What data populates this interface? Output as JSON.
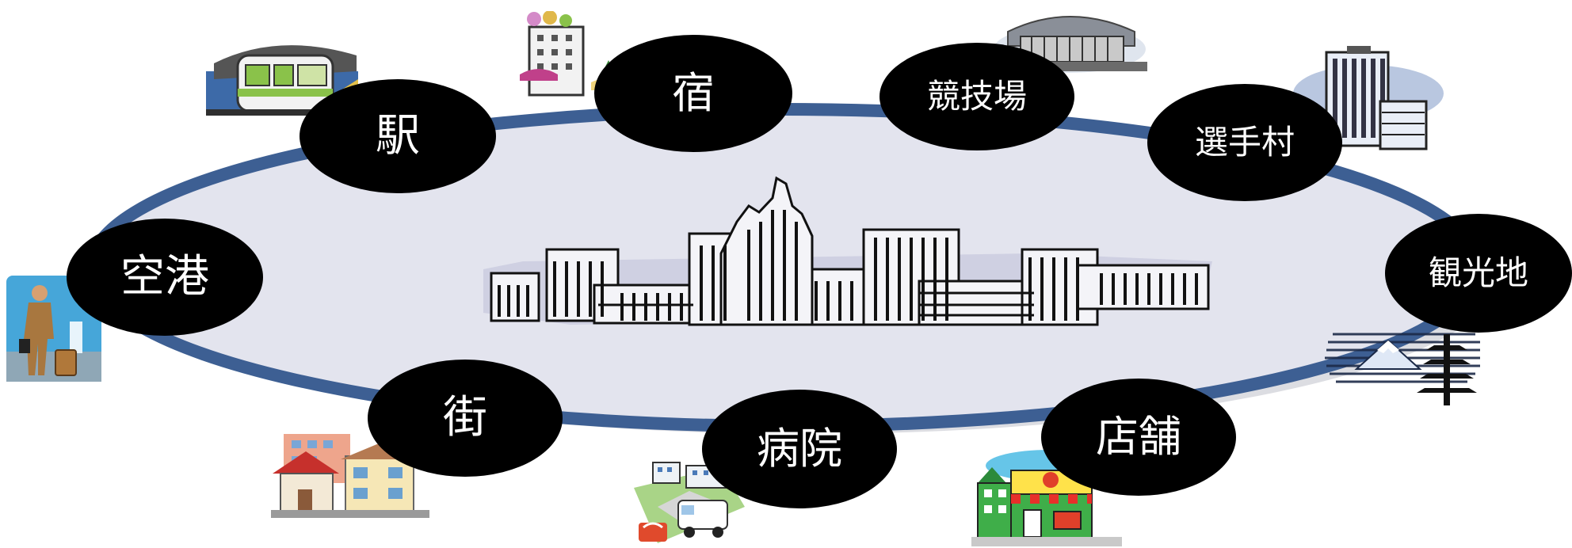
{
  "diagram": {
    "colors": {
      "ring": "#3d5f93",
      "ring_shadow": "#b9bcc6",
      "ring_fill": "#e3e4ee",
      "node_fill": "#000000",
      "node_text": "#ffffff"
    },
    "center_icon": "city-skyline-icon",
    "nodes": [
      {
        "id": "station",
        "label": "駅",
        "icon": "train-icon"
      },
      {
        "id": "inn",
        "label": "宿",
        "icon": "hotel-icon"
      },
      {
        "id": "stadium",
        "label": "競技場",
        "icon": "stadium-icon"
      },
      {
        "id": "village",
        "label": "選手村",
        "icon": "building-icon"
      },
      {
        "id": "airport",
        "label": "空港",
        "icon": "traveler-icon"
      },
      {
        "id": "sightseeing",
        "label": "観光地",
        "icon": "mount-fuji-pagoda-icon"
      },
      {
        "id": "town",
        "label": "街",
        "icon": "houses-icon"
      },
      {
        "id": "hospital",
        "label": "病院",
        "icon": "hospital-ambulance-icon"
      },
      {
        "id": "shop",
        "label": "店舗",
        "icon": "storefront-icon"
      }
    ]
  }
}
